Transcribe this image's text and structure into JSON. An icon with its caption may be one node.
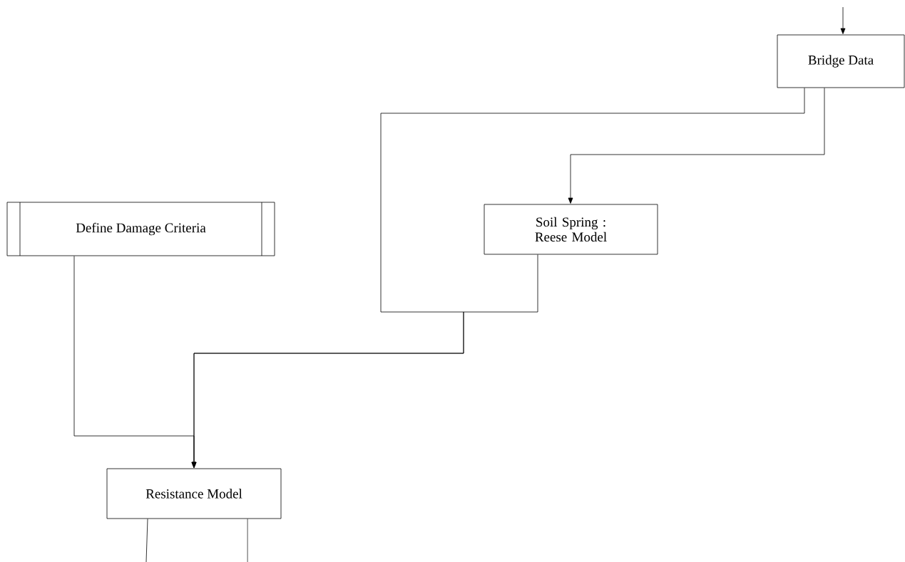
{
  "diagram": {
    "nodes": [
      {
        "text": [
          "Bridge Data"
        ]
      },
      {
        "text": [
          "Define Damage Criteria"
        ]
      },
      {
        "text": [
          "Soil Spring : Reese Model"
        ]
      },
      {
        "text": [
          "Resistance Model"
        ]
      }
    ],
    "edges": [
      {
        "from": null,
        "to": 0,
        "arrow": "to"
      },
      {
        "from": 0,
        "to": 2,
        "arrow": "to"
      },
      {
        "from": 0,
        "to": 3,
        "arrow": "to"
      },
      {
        "from": 2,
        "to": 3,
        "arrow": "to"
      },
      {
        "from": 1,
        "to": 3,
        "arrow": "to"
      },
      {
        "from": 3,
        "to": null,
        "arrow": "none"
      },
      {
        "from": 3,
        "to": null,
        "arrow": "none"
      }
    ]
  }
}
